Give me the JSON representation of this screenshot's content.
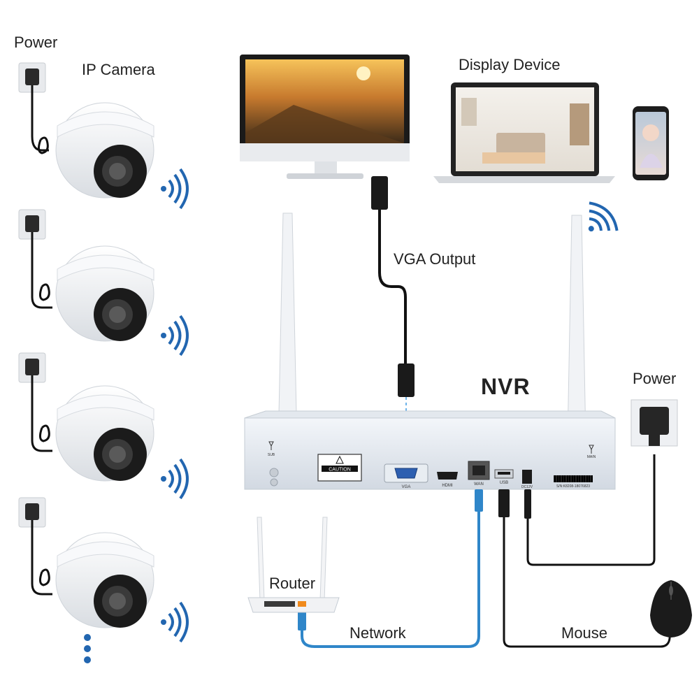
{
  "labels": {
    "power_left": "Power",
    "ip_camera": "IP Camera",
    "display_device": "Display Device",
    "vga_output": "VGA Output",
    "nvr": "NVR",
    "power_right": "Power",
    "router": "Router",
    "network": "Network",
    "mouse": "Mouse"
  },
  "nvr_panel": {
    "caution": "CAUTION",
    "port_vga": "VGA",
    "port_hdmi": "HDMI",
    "port_wan": "WAN",
    "port_usb": "USB",
    "port_dc": "DC12V",
    "antenna_sub": "SUB",
    "antenna_main": "MAIN",
    "serial": "S/N:K8208-18076823"
  },
  "colors": {
    "network_cable": "#2f86c9",
    "wifi_signal": "#2266b0",
    "cable_black": "#111111"
  },
  "camera_count_shown": 4
}
